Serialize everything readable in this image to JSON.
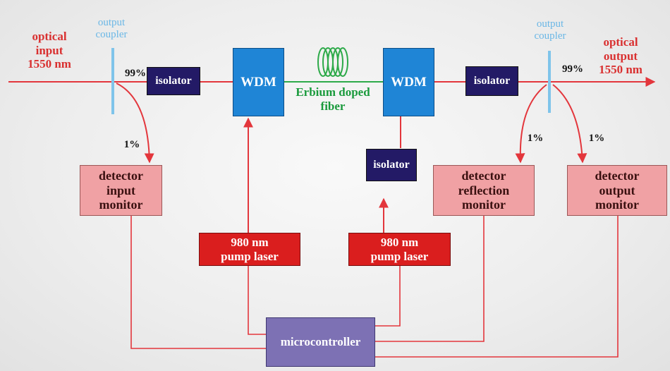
{
  "colors": {
    "optical_path": "#e3363c",
    "electrical_path": "#e0453f",
    "coupler": "#7fc4ea",
    "fiber_coil": "#2eaa4a",
    "isolator": "#231a66",
    "wdm": "#1f85d6",
    "detector": "#f0a1a4",
    "pump": "#da1e1e",
    "microcontroller": "#7d71b4"
  },
  "labels": {
    "optical_input": "optical\ninput\n1550 nm",
    "optical_output": "optical\noutput\n1550 nm",
    "coupler_left": "output\ncoupler",
    "coupler_right": "output\ncoupler",
    "ratio_left_main": "99%",
    "ratio_left_tap": "1%",
    "ratio_right_main": "99%",
    "ratio_right_tap_reflection": "1%",
    "ratio_right_tap_output": "1%",
    "fiber": "Erbium doped\nfiber"
  },
  "blocks": {
    "isolator_left": "isolator",
    "isolator_right": "isolator",
    "isolator_pump": "isolator",
    "wdm_left": "WDM",
    "wdm_right": "WDM",
    "detector_input": "detector\ninput\nmonitor",
    "detector_reflection": "detector\nreflection\nmonitor",
    "detector_output": "detector\noutput\nmonitor",
    "pump_left": "980 nm\npump laser",
    "pump_right": "980 nm\npump laser",
    "microcontroller": "microcontroller"
  }
}
